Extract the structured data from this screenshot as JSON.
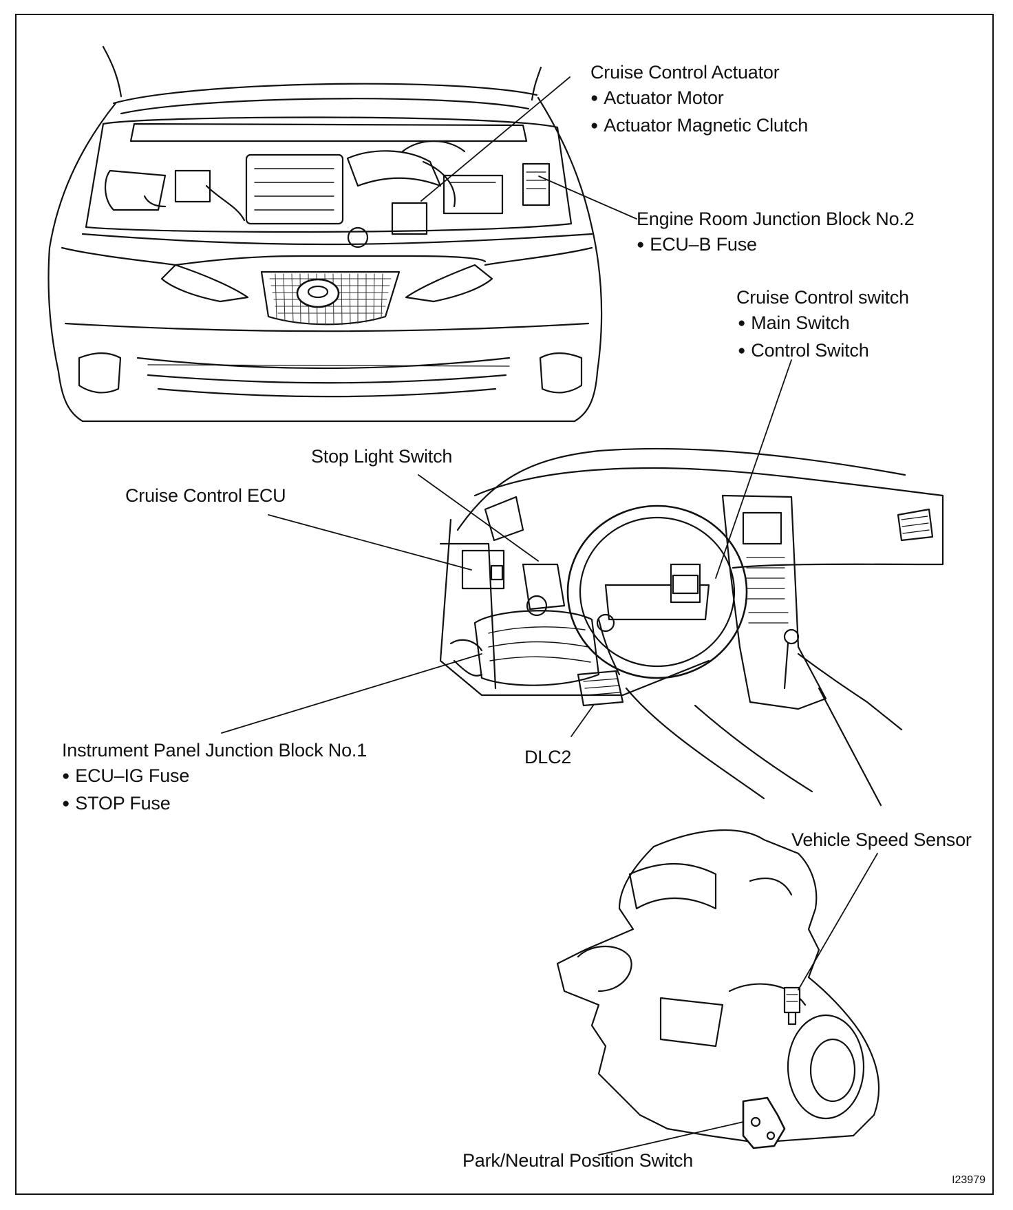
{
  "figure_id": "I23979",
  "labels": {
    "actuator": {
      "title": "Cruise Control Actuator",
      "items": [
        "Actuator Motor",
        "Actuator Magnetic Clutch"
      ]
    },
    "junction2": {
      "title": "Engine Room Junction Block No.2",
      "items": [
        "ECU–B Fuse"
      ]
    },
    "cc_switch": {
      "title": "Cruise Control switch",
      "items": [
        "Main Switch",
        "Control Switch"
      ]
    },
    "stop_light": {
      "title": "Stop Light Switch"
    },
    "ecu": {
      "title": "Cruise Control ECU"
    },
    "junction1": {
      "title": "Instrument Panel Junction Block No.1",
      "items": [
        "ECU–IG Fuse",
        "STOP Fuse"
      ]
    },
    "dlc2": {
      "title": "DLC2"
    },
    "speed_sensor": {
      "title": "Vehicle Speed Sensor"
    },
    "pn_switch": {
      "title": "Park/Neutral Position Switch"
    }
  }
}
